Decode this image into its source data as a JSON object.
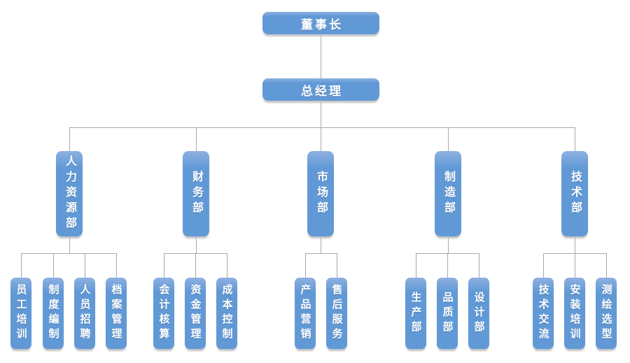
{
  "diagram_type": "org-chart",
  "colors": {
    "node_fill": "#6199D6",
    "node_highlight": "#8DB0E0",
    "node_shadow": "#C6C6C6",
    "connector": "#A9A9A9",
    "text": "#FFFFFF",
    "background": "#FFFFFF"
  },
  "chart": {
    "root": {
      "label": "董事长"
    },
    "general_manager": {
      "label": "总经理"
    },
    "departments": [
      {
        "label": "人力资源部",
        "children": [
          "员工培训",
          "制度编制",
          "人员招聘",
          "档案管理"
        ]
      },
      {
        "label": "财务部",
        "children": [
          "会计核算",
          "资金管理",
          "成本控制"
        ]
      },
      {
        "label": "市场部",
        "children": [
          "产品营销",
          "售后服务"
        ]
      },
      {
        "label": "制造部",
        "children": [
          "生产部",
          "品质部",
          "设计部"
        ]
      },
      {
        "label": "技术部",
        "children": [
          "技术交流",
          "安装培训",
          "测绘选型"
        ]
      }
    ]
  }
}
